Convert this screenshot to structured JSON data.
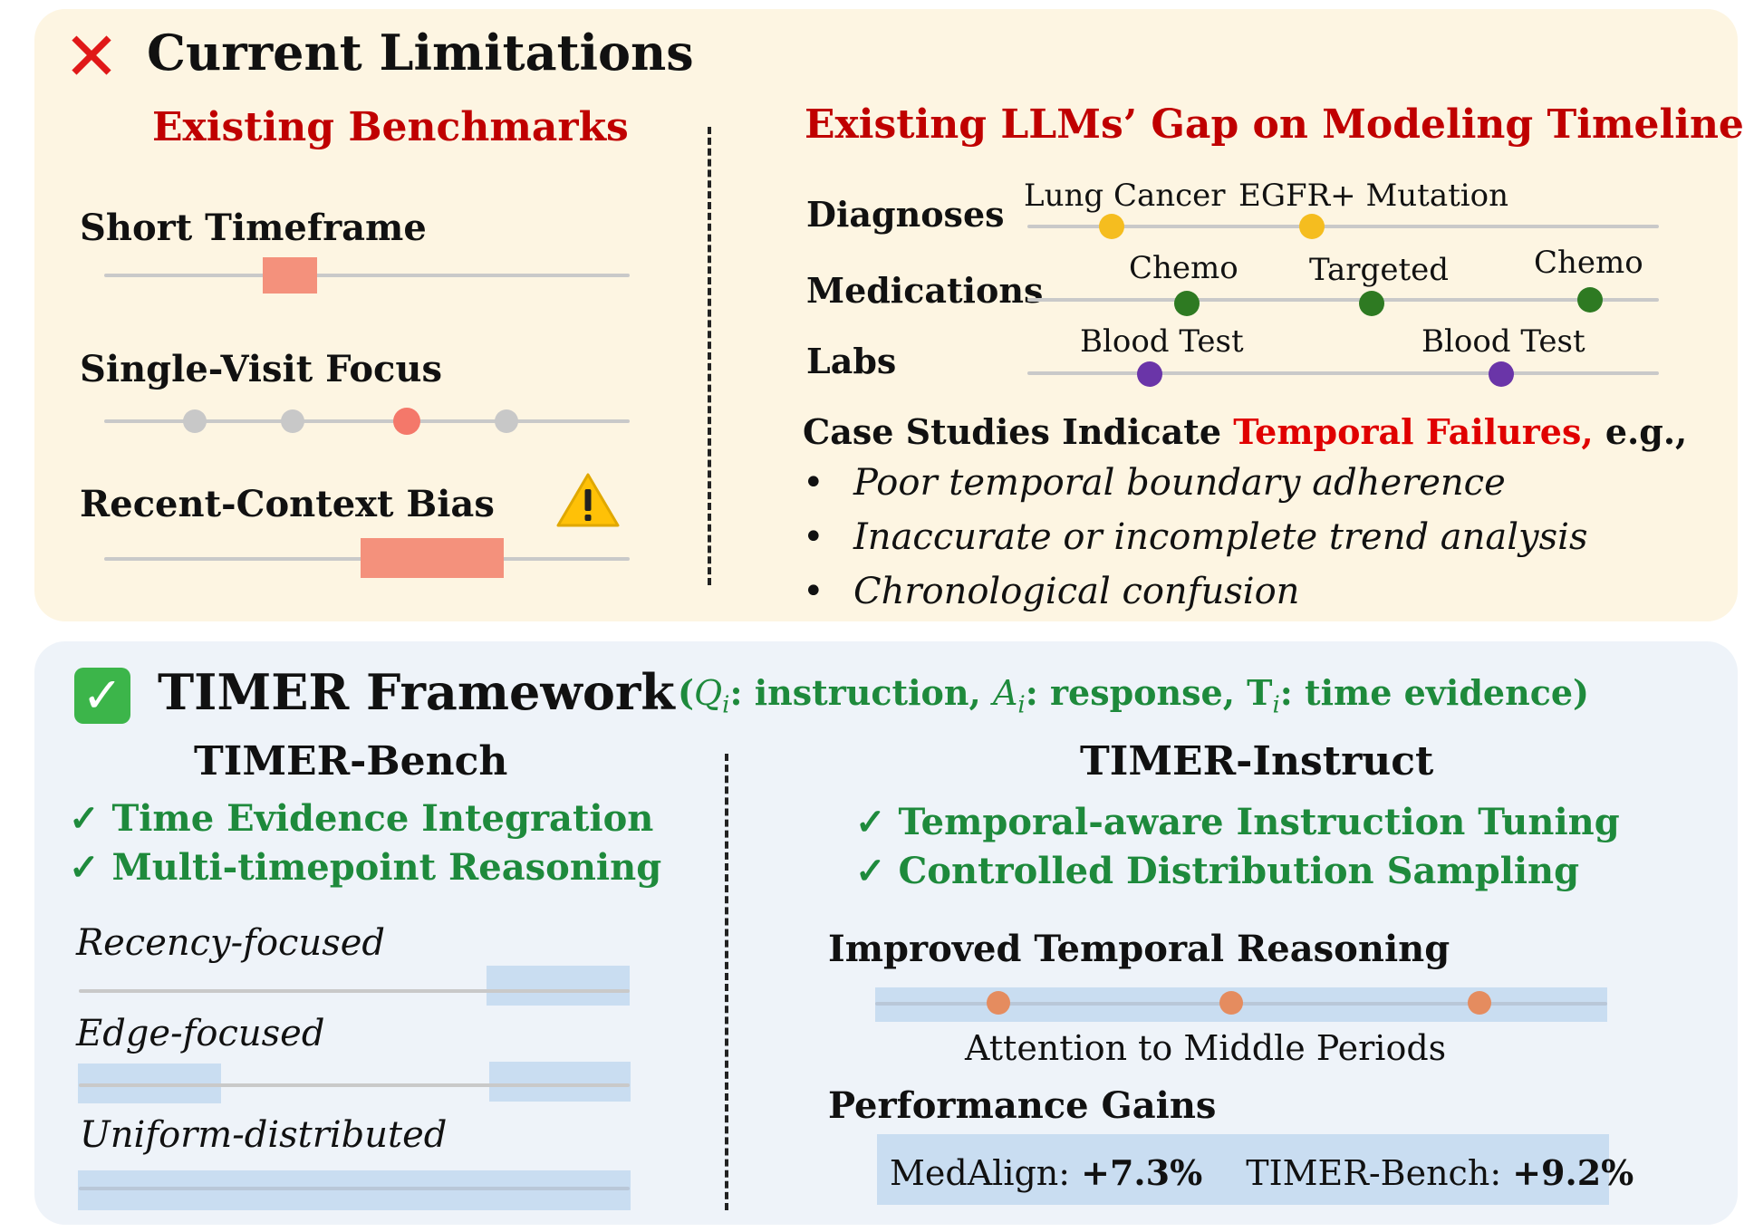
{
  "limitations": {
    "title": "Current Limitations",
    "benchmarks": {
      "heading": "Existing Benchmarks",
      "short_timeframe": "Short Timeframe",
      "single_visit": "Single-Visit Focus",
      "recent_context": "Recent-Context Bias"
    },
    "gap": {
      "heading": "Existing LLMs’ Gap on Modeling Timeline",
      "rows": {
        "diagnoses": "Diagnoses",
        "medications": "Medications",
        "labs": "Labs"
      },
      "events": {
        "lung_cancer": "Lung Cancer",
        "egfr": "EGFR+ Mutation",
        "chemo1": "Chemo",
        "targeted": "Targeted",
        "chemo2": "Chemo",
        "blood1": "Blood Test",
        "blood2": "Blood Test"
      },
      "case_prefix": "Case Studies Indicate ",
      "case_highlight": "Temporal Failures,",
      "case_suffix": " e.g.,",
      "failures": [
        "Poor temporal boundary adherence",
        "Inaccurate or incomplete trend analysis",
        "Chronological confusion"
      ]
    }
  },
  "framework": {
    "title": "TIMER Framework",
    "legend": {
      "open": "(",
      "q": "Q",
      "q_text": ": instruction, ",
      "a": "A",
      "a_text": ": response, ",
      "t": "T",
      "t_text": ": time evidence)",
      "sub": "i"
    },
    "bench": {
      "heading": "TIMER-Bench",
      "checks": [
        "✓ Time Evidence Integration",
        "✓ Multi-timepoint Reasoning"
      ],
      "distributions": [
        "Recency-focused",
        "Edge-focused",
        "Uniform-distributed"
      ]
    },
    "instruct": {
      "heading": "TIMER-Instruct",
      "checks": [
        "✓ Temporal-aware Instruction Tuning",
        "✓ Controlled Distribution Sampling"
      ],
      "improved": "Improved Temporal Reasoning",
      "attention": "Attention to Middle Periods",
      "gains_heading": "Performance Gains",
      "medalign_label": "MedAlign: ",
      "medalign_value": "+7.3%",
      "timerbench_label": "TIMER-Bench: ",
      "timerbench_value": "+9.2%"
    }
  },
  "colors": {
    "red_mark": "#f4917c",
    "yellow_dot": "#f5bd1f",
    "green_dot": "#2e7a22",
    "purple_dot": "#6a35a8",
    "orange_dot": "#e58c5f",
    "gray_dot": "#c8c8c8"
  }
}
